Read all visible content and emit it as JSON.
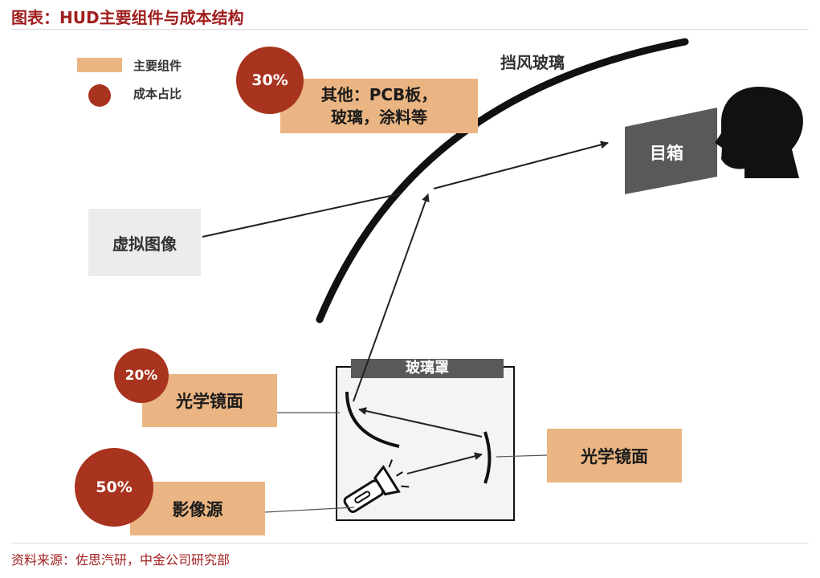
{
  "header": {
    "title": "图表：HUD主要组件与成本结构"
  },
  "legend": {
    "component_label": "主要组件",
    "cost_label": "成本占比"
  },
  "windshield": {
    "label": "挡风玻璃"
  },
  "eyebox": {
    "label": "目箱"
  },
  "virtual_image": {
    "label": "虚拟图像"
  },
  "cover": {
    "label": "玻璃罩"
  },
  "components": {
    "other": {
      "percent": "30%",
      "line1": "其他：PCB板，",
      "line2": "玻璃，涂料等"
    },
    "mirror_left": {
      "percent": "20%",
      "label": "光学镜面"
    },
    "image_source": {
      "percent": "50%",
      "label": "影像源"
    },
    "mirror_right": {
      "label": "光学镜面"
    }
  },
  "footer": {
    "source": "资料来源：佐思汽研，中金公司研究部"
  },
  "colors": {
    "title": "#a01e1e",
    "component_fill": "#eab582",
    "cost_fill": "#a8331e",
    "eyebox_fill": "#595959"
  }
}
